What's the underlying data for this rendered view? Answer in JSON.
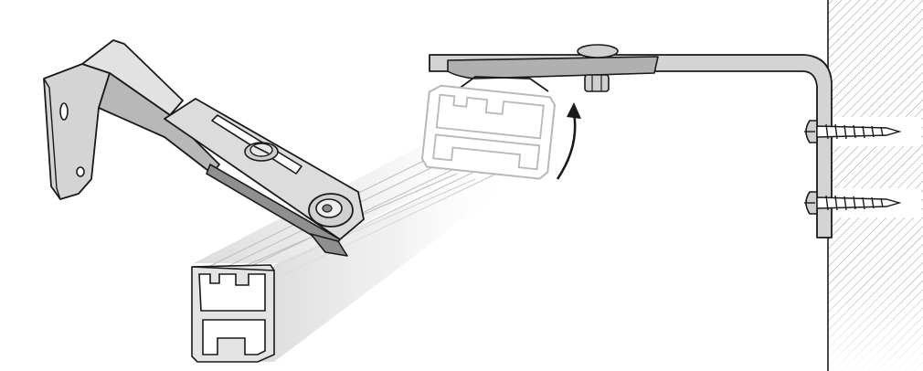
{
  "figure": {
    "views": [
      {
        "name": "perspective-view",
        "parts": [
          "wall-bracket",
          "sliding-arm",
          "adjustment-screw",
          "clip-bolt",
          "curtain-track"
        ]
      },
      {
        "name": "side-view",
        "parts": [
          "wall-bracket",
          "track-profile",
          "clip-nut",
          "rotation-arrow",
          "wall-screws",
          "wall"
        ]
      }
    ],
    "colors": {
      "metal": "#d4d4d4",
      "metal_dark": "#9a9a9a",
      "metal_light": "#eeeeee",
      "outline": "#1a1a1a",
      "track": "#e6e6e6",
      "track_ghost": "#b8b8b8",
      "hatch": "#9a9a9a"
    }
  }
}
